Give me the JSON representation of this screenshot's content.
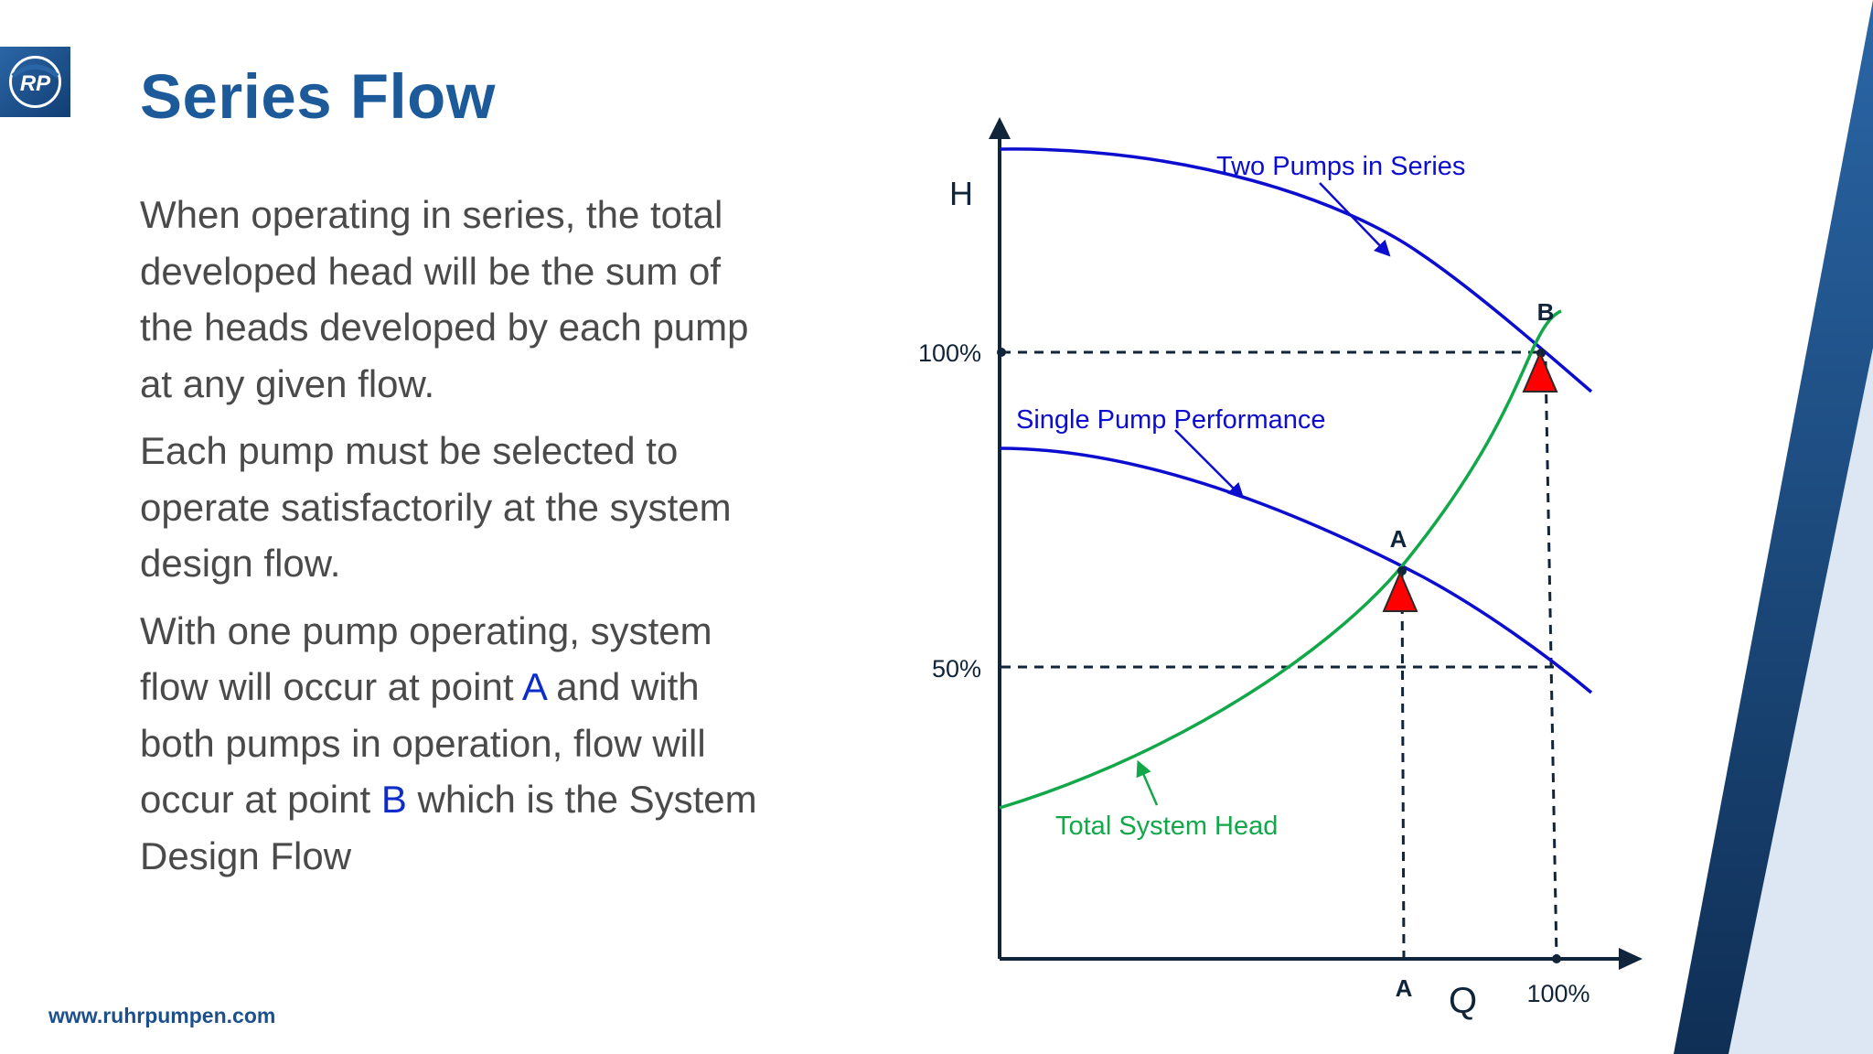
{
  "slide": {
    "title": "Series Flow",
    "paragraph1": "When operating in series, the total developed head will be the sum of the heads developed by each pump at any given flow.",
    "paragraph2": "Each pump must be selected to operate satisfactorily at the system design flow.",
    "paragraph3": {
      "part1": "With one pump operating, system flow will occur at point ",
      "point_a": "A",
      "part2": " and with both pumps in operation, flow will occur at point ",
      "point_b": "B",
      "part3": " which is the System Design Flow"
    },
    "footer": "www.ruhrpumpen.com",
    "logo_text": "RP"
  },
  "diagram": {
    "y_axis_label": "H",
    "x_axis_label": "Q",
    "y_tick_100": "100%",
    "y_tick_50": "50%",
    "x_tick_100": "100%",
    "x_tick_a": "A",
    "point_a_label": "A",
    "point_b_label": "B",
    "curve_two_pumps": "Two Pumps in Series",
    "curve_single_pump": "Single Pump Performance",
    "curve_system": "Total System Head"
  },
  "colors": {
    "title": "#1d5a9a",
    "pump_curves": "#0d0dd0",
    "system_curve": "#12a84a",
    "operating_point_marker": "#ff0000",
    "axes": "#10243a"
  }
}
